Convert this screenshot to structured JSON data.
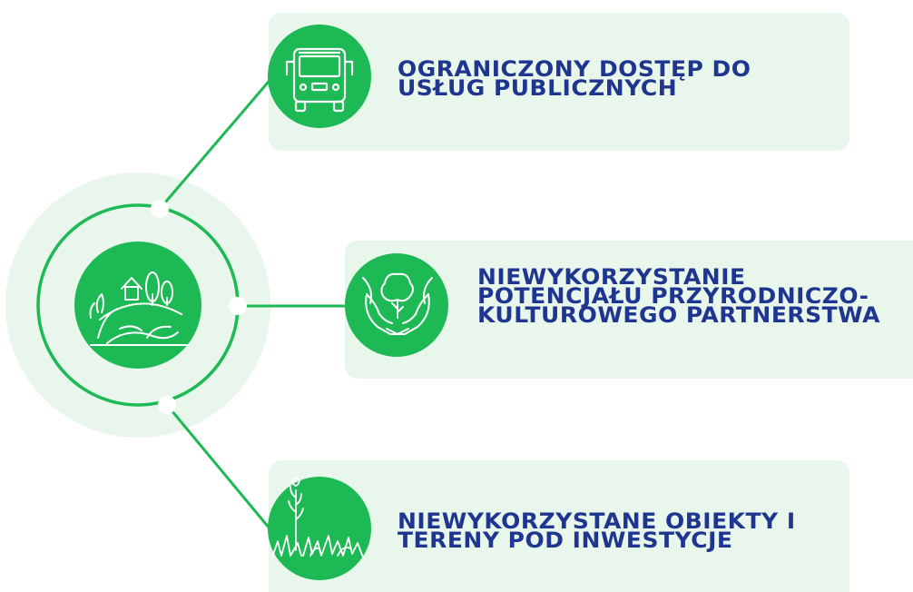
{
  "colors": {
    "accent_green": "#1db954",
    "panel_background": "#e8f6ec",
    "halo": "#e8f6ec",
    "text_navy": "#1f3690"
  },
  "center": {
    "icon": "globe-landscape-icon"
  },
  "items": [
    {
      "icon": "bus-icon",
      "label": "OGRANICZONY DOSTĘP DO\nUSŁUG PUBLICZNYCH"
    },
    {
      "icon": "hands-tree-icon",
      "label": "NIEWYKORZYSTANIE\nPOTENCJAŁU PRZYRODNICZO-\nKULTUROWEGO PARTNERSTWA"
    },
    {
      "icon": "grass-plant-icon",
      "label": "NIEWYKORZYSTANE OBIEKTY I\nTERENY POD INWESTYCJE"
    }
  ]
}
